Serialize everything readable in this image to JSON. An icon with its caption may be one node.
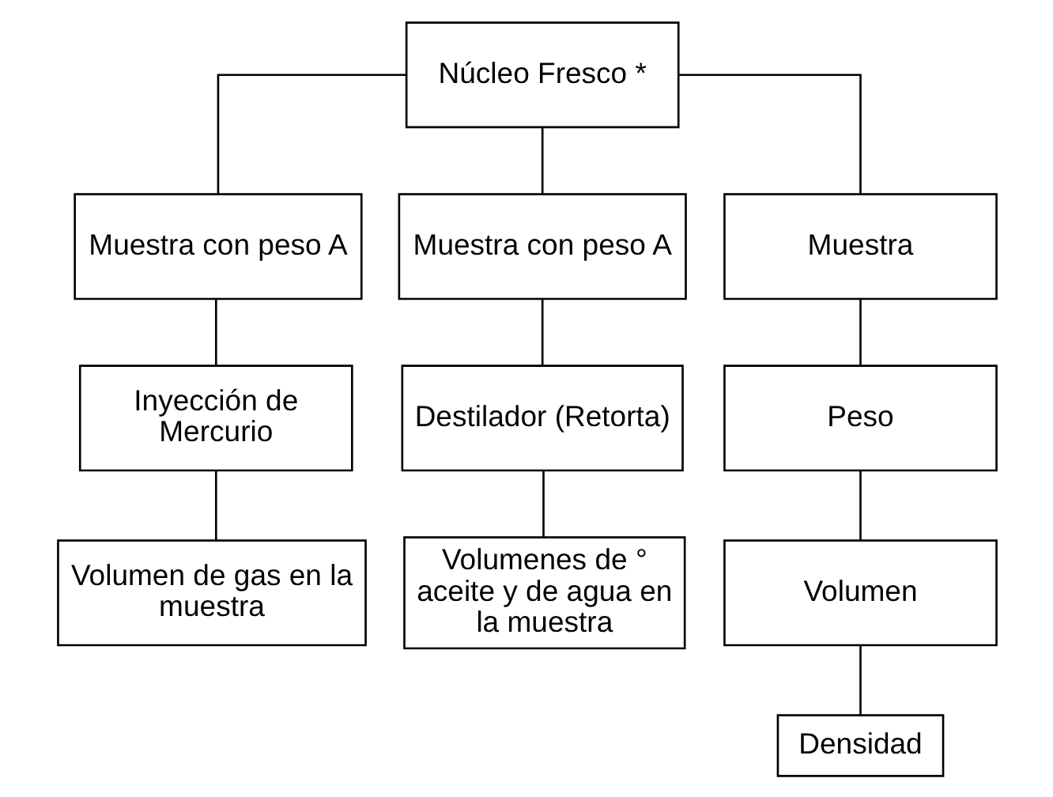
{
  "diagram": {
    "nodes": [
      {
        "text": [
          "Núcleo Fresco *"
        ]
      },
      {
        "text": [
          "Muestra con peso A"
        ]
      },
      {
        "text": [
          "Muestra con peso A"
        ]
      },
      {
        "text": [
          "Muestra"
        ]
      },
      {
        "text": [
          "Inyección de Mercurio"
        ]
      },
      {
        "text": [
          "Destilador (Retorta)"
        ]
      },
      {
        "text": [
          "Peso"
        ]
      },
      {
        "text": [
          "Volumen de gas en la muestra"
        ]
      },
      {
        "text": [
          "Volumenes de ° aceite y de agua en la muestra"
        ]
      },
      {
        "text": [
          "Volumen"
        ]
      },
      {
        "text": [
          "Densidad"
        ]
      }
    ],
    "edges": [
      {
        "from": 0,
        "to": 1,
        "arrow": "none"
      },
      {
        "from": 0,
        "to": 2,
        "arrow": "none"
      },
      {
        "from": 0,
        "to": 3,
        "arrow": "none"
      },
      {
        "from": 1,
        "to": 4,
        "arrow": "none"
      },
      {
        "from": 4,
        "to": 7,
        "arrow": "none"
      },
      {
        "from": 2,
        "to": 5,
        "arrow": "none"
      },
      {
        "from": 5,
        "to": 8,
        "arrow": "none"
      },
      {
        "from": 3,
        "to": 6,
        "arrow": "none"
      },
      {
        "from": 6,
        "to": 9,
        "arrow": "none"
      },
      {
        "from": 9,
        "to": 10,
        "arrow": "none"
      }
    ]
  }
}
